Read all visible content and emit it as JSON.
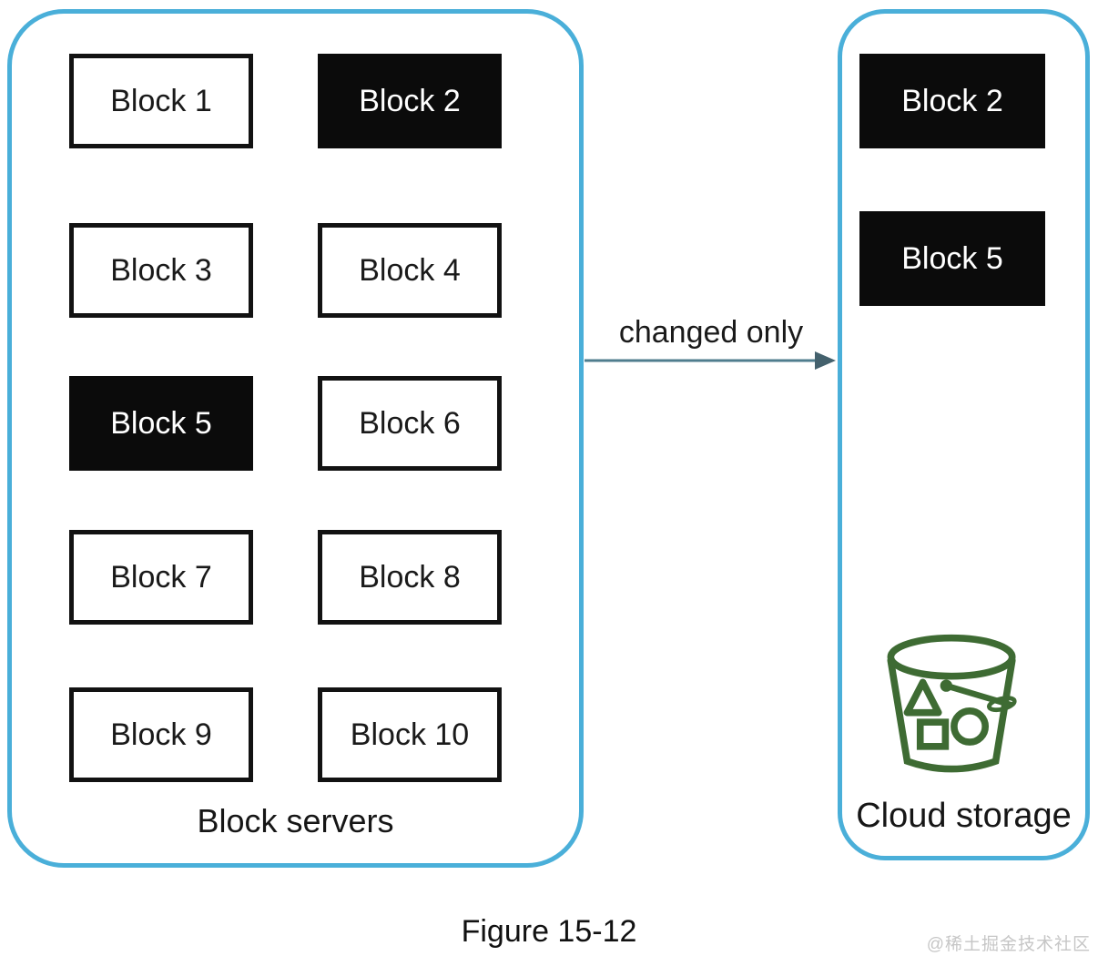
{
  "block_servers_panel": {
    "label": "Block servers",
    "blocks": [
      {
        "label": "Block 1",
        "changed": false
      },
      {
        "label": "Block 2",
        "changed": true
      },
      {
        "label": "Block 3",
        "changed": false
      },
      {
        "label": "Block 4",
        "changed": false
      },
      {
        "label": "Block 5",
        "changed": true
      },
      {
        "label": "Block 6",
        "changed": false
      },
      {
        "label": "Block 7",
        "changed": false
      },
      {
        "label": "Block 8",
        "changed": false
      },
      {
        "label": "Block 9",
        "changed": false
      },
      {
        "label": "Block 10",
        "changed": false
      }
    ]
  },
  "transfer_arrow": {
    "label": "changed only"
  },
  "cloud_storage_panel": {
    "label": "Cloud storage",
    "icon": "storage-bucket-icon",
    "blocks": [
      {
        "label": "Block 2",
        "changed": true
      },
      {
        "label": "Block 5",
        "changed": true
      }
    ]
  },
  "caption": "Figure 15-12",
  "watermark": "@稀土掘金技术社区",
  "colors": {
    "panel_border": "#4aafd9",
    "block_border": "#121212",
    "changed_block_fill": "#0b0b0b",
    "changed_block_text": "#ffffff",
    "arrow": "#4f7d8e",
    "arrow_head": "#44616d",
    "bucket_icon": "#3e6b33",
    "watermark_text": "#c6c6c6"
  }
}
